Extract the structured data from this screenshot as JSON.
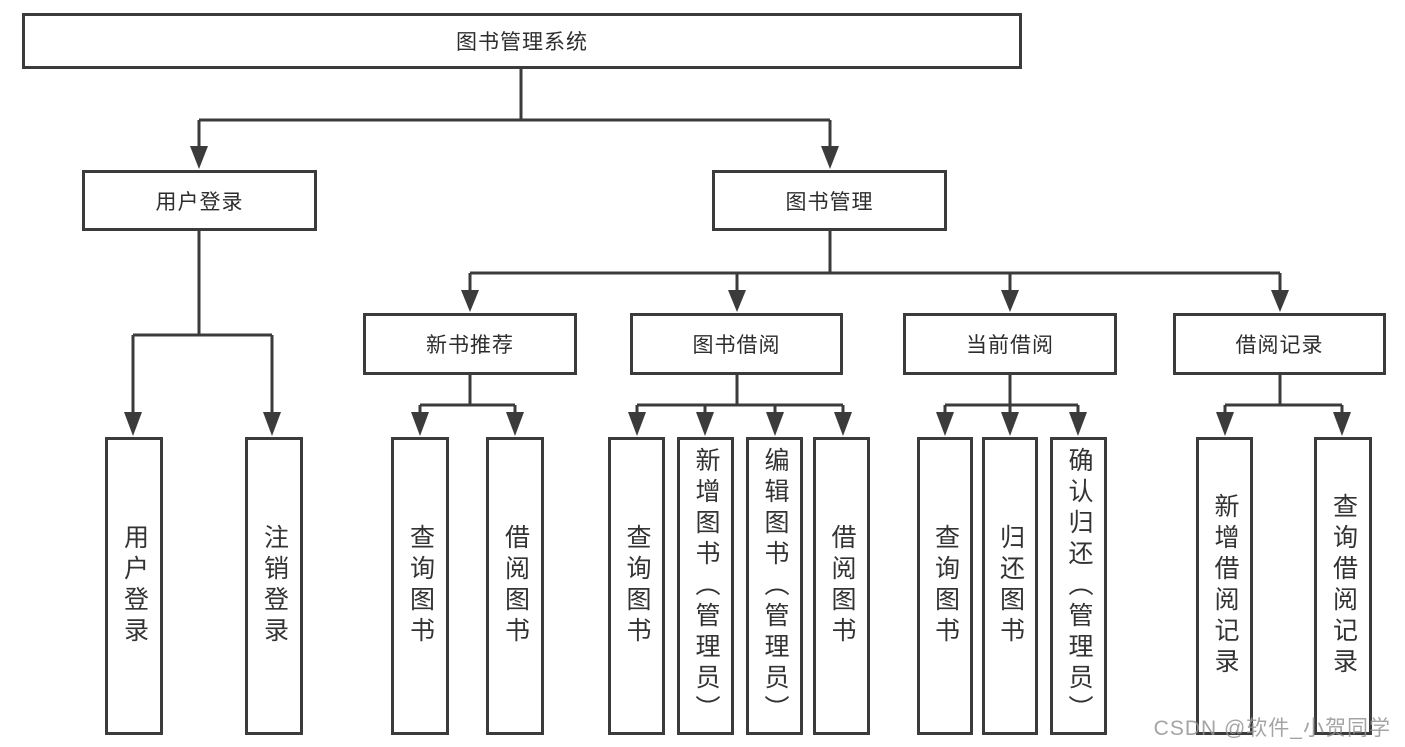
{
  "diagram": {
    "root": {
      "label": "图书管理系统"
    },
    "level2": {
      "user_login": {
        "label": "用户登录"
      },
      "book_mgmt": {
        "label": "图书管理"
      }
    },
    "level3": {
      "new_books": {
        "label": "新书推荐"
      },
      "book_borrow": {
        "label": "图书借阅"
      },
      "current_borrow": {
        "label": "当前借阅"
      },
      "borrow_records": {
        "label": "借阅记录"
      }
    },
    "leaves": {
      "user_login": [
        "用户登录",
        "注销登录"
      ],
      "new_books": [
        "查询图书",
        "借阅图书"
      ],
      "book_borrow": [
        "查询图书",
        "新增图书（管理员）",
        "编辑图书（管理员）",
        "借阅图书"
      ],
      "current_borrow": [
        "查询图书",
        "归还图书",
        "确认归还（管理员）"
      ],
      "borrow_records": [
        "新增借阅记录",
        "查询借阅记录"
      ]
    },
    "line_color": "#3b3b3b"
  },
  "watermark": {
    "text": "CSDN @软件_小贺同学"
  }
}
